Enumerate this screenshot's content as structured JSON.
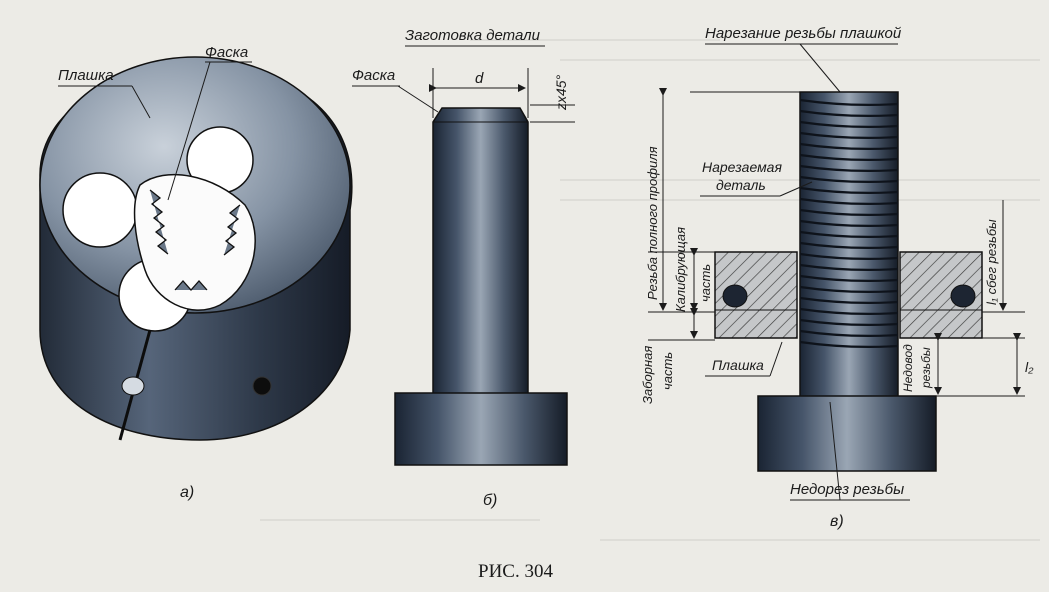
{
  "figure": {
    "caption": "РИС. 304",
    "panel_a": {
      "letter": "а)",
      "label_die": "Плашка",
      "label_chamfer": "Фаска"
    },
    "panel_b": {
      "letter": "б)",
      "title": "Заготовка детали",
      "label_chamfer": "Фаска",
      "dim_d": "d",
      "dim_chamfer": "zx45°"
    },
    "panel_c": {
      "letter": "в)",
      "title": "Нарезание резьбы плашкой",
      "label_workpiece_line1": "Нарезаемая",
      "label_workpiece_line2": "деталь",
      "label_full_thread": "Резьба полного профиля",
      "label_calibrating_line1": "Калибрующая",
      "label_calibrating_line2": "часть",
      "label_intake_line1": "Заборная",
      "label_intake_line2": "часть",
      "label_die": "Плашка",
      "label_runout": "l₁ сбег резьбы",
      "label_l2": "l₂",
      "label_incomplete_line1": "Недовод",
      "label_incomplete_line2": "резьбы",
      "label_undercut": "Недорез резьбы"
    }
  }
}
